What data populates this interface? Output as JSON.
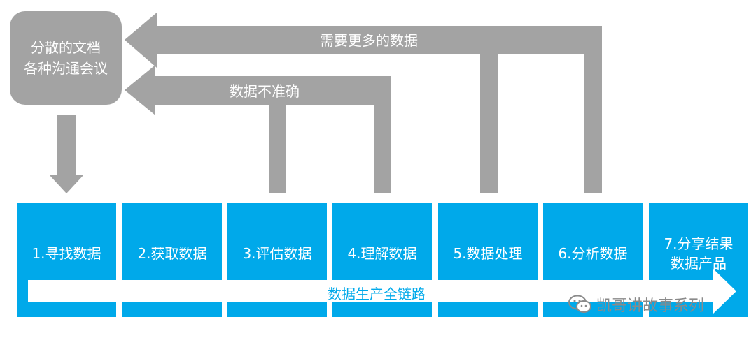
{
  "source": {
    "line1": "分散的文档",
    "line2": "各种沟通会议"
  },
  "feedback": {
    "top_label": "需要更多的数据",
    "mid_label": "数据不准确"
  },
  "steps": [
    {
      "line1": "1.寻找数据",
      "line2": ""
    },
    {
      "line1": "2.获取数据",
      "line2": ""
    },
    {
      "line1": "3.评估数据",
      "line2": ""
    },
    {
      "line1": "4.理解数据",
      "line2": ""
    },
    {
      "line1": "5.数据处理",
      "line2": ""
    },
    {
      "line1": "6.分析数据",
      "line2": ""
    },
    {
      "line1": "7.分享结果",
      "line2": "数据产品"
    }
  ],
  "chain_label": "数据生产全链路",
  "watermark": "凯哥讲故事系列",
  "colors": {
    "gray": "#a3a3a3",
    "blue": "#00a9ea",
    "white": "#ffffff"
  }
}
